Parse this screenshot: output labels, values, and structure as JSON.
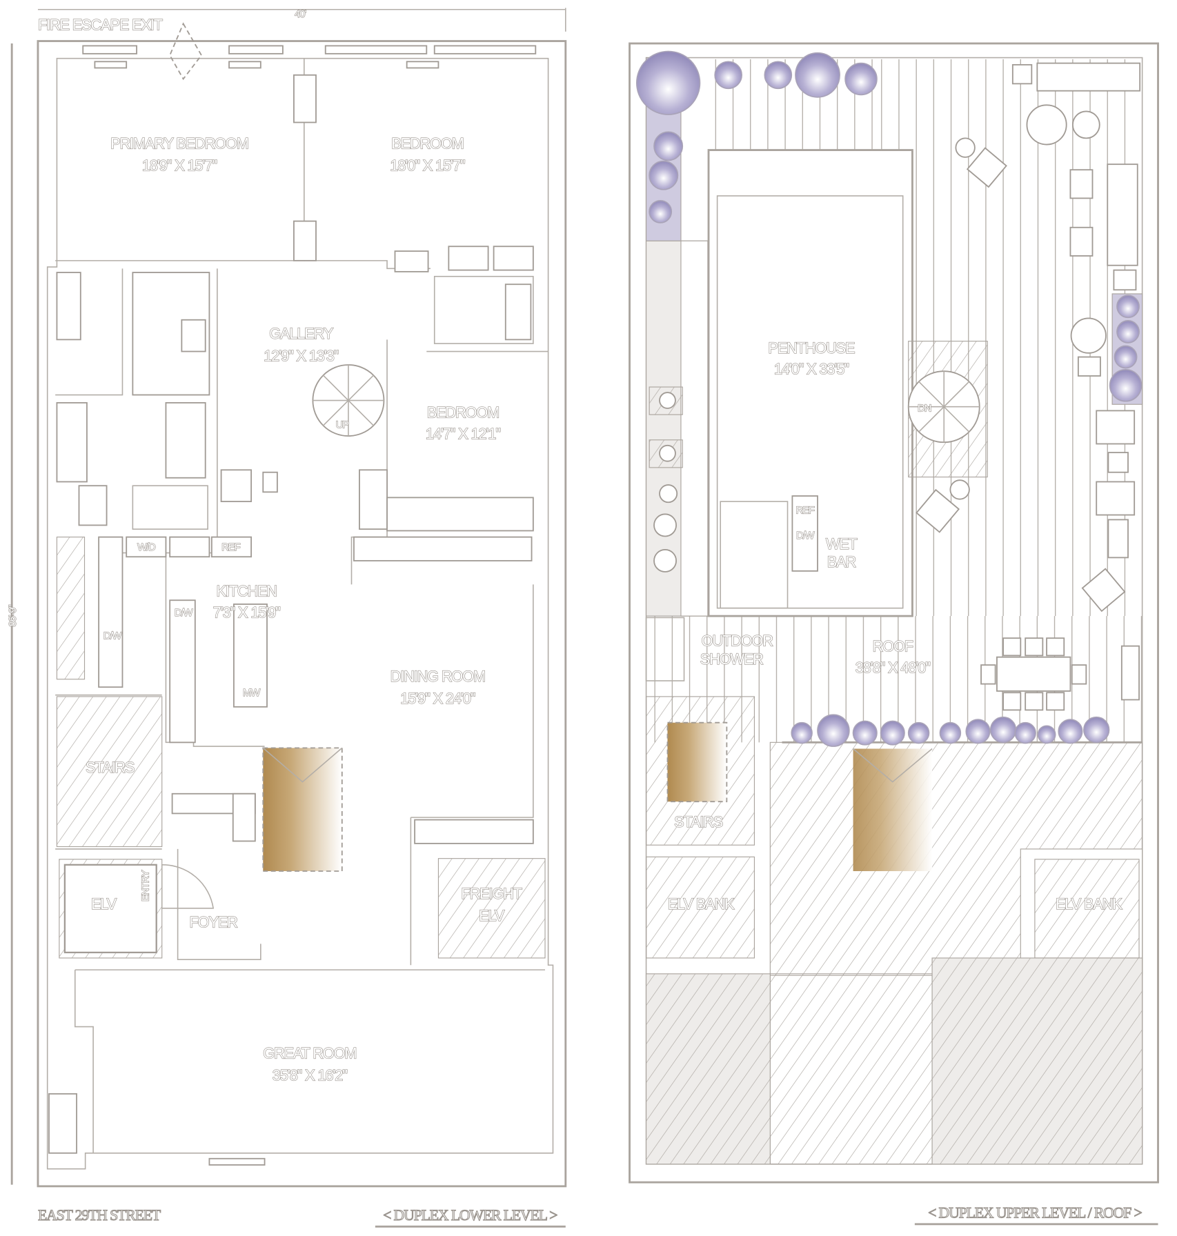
{
  "dimensions": {
    "width": "40'",
    "depth": "86'-9\""
  },
  "lower_level": {
    "caption": "< DUPLEX LOWER LEVEL >",
    "street": "EAST 29TH STREET",
    "fire_escape": "FIRE ESCAPE EXIT",
    "rooms": {
      "primary_bedroom": {
        "name": "PRIMARY BEDROOM",
        "size": "18'9\" X 15'7\""
      },
      "bedroom_1": {
        "name": "BEDROOM",
        "size": "18'0\" X 15'7\""
      },
      "gallery": {
        "name": "GALLERY",
        "size": "12'9\" X 13'3\""
      },
      "bedroom_2": {
        "name": "BEDROOM",
        "size": "14'7\" X 12'1\""
      },
      "kitchen": {
        "name": "KITCHEN",
        "size": "7'3\" X 15'9\""
      },
      "dining_room": {
        "name": "DINING ROOM",
        "size": "15'9\" X 24'0\""
      },
      "stairs": {
        "name": "STAIRS"
      },
      "elevator": {
        "name": "ELV"
      },
      "entry": {
        "name": "ENTRY"
      },
      "foyer": {
        "name": "FOYER"
      },
      "freight_elevator": {
        "name": "FREIGHT",
        "name2": "ELV"
      },
      "great_room": {
        "name": "GREAT ROOM",
        "size": "35'8\" X 16'2\""
      }
    },
    "appliances": {
      "washer_dryer": "W/D",
      "refrigerator": "REF",
      "dishwasher_1": "D/W",
      "dishwasher_2": "D/W",
      "microwave": "MW",
      "spiral_up": "UP"
    }
  },
  "upper_level": {
    "caption": "< DUPLEX UPPER LEVEL / ROOF >",
    "rooms": {
      "penthouse": {
        "name": "PENTHOUSE",
        "size": "14'0\" X 33'5\""
      },
      "wet_bar": {
        "name": "WET",
        "name2": "BAR"
      },
      "outdoor_shower": {
        "name": "OUTDOOR",
        "name2": "SHOWER"
      },
      "roof": {
        "name": "ROOF",
        "size": "38'8\" X 48'0\""
      },
      "stairs": {
        "name": "STAIRS"
      },
      "elv_bank_left": {
        "name": "ELV BANK"
      },
      "elv_bank_right": {
        "name": "ELV BANK"
      }
    },
    "appliances": {
      "refrigerator": "REF",
      "dishwasher": "D/W",
      "spiral_down": "DN"
    }
  },
  "colors": {
    "wall": "#aaa49e",
    "plant": "#8f88b8",
    "wood_stair": "#b08a50",
    "hatched_fill": "#eeecea"
  }
}
